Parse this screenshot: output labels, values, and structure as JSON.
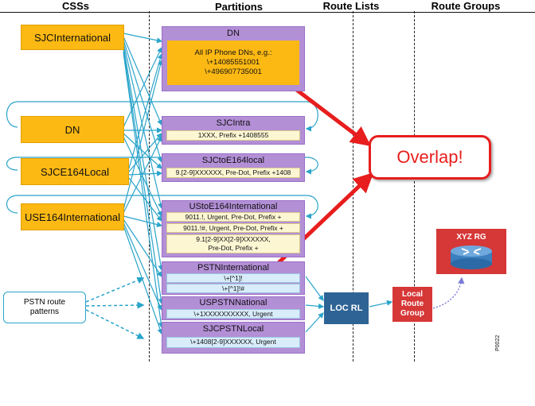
{
  "headers": {
    "css": "CSSs",
    "partitions": "Partitions",
    "route_lists": "Route Lists",
    "route_groups": "Route Groups"
  },
  "css_items": [
    "SJCInternational",
    "DN",
    "SJCE164Local",
    "USE164International"
  ],
  "partitions": {
    "dn": {
      "title": "DN",
      "lines": [
        "All IP Phone DNs, e.g.:",
        "\\+14085551001",
        "\\+496907735001"
      ]
    },
    "sjcintra": {
      "title": "SJCIntra",
      "entries": [
        "1XXX, Prefix +1408555"
      ]
    },
    "sjctoe164": {
      "title": "SJCtoE164local",
      "entries": [
        "9.[2-9]XXXXXX, Pre-Dot, Prefix +1408"
      ]
    },
    "ustoe164": {
      "title": "UStoE164International",
      "entries": [
        "9011.!, Urgent, Pre-Dot, Prefix +",
        "9011.!#, Urgent, Pre-Dot, Prefix +",
        "9.1[2-9]XX[2-9]XXXXXX,",
        "Pre-Dot, Prefix +"
      ]
    },
    "pstnintl": {
      "title": "PSTNInternational",
      "entries": [
        "\\+[^1]!",
        "\\+[^1]!#"
      ]
    },
    "uspstn": {
      "title": "USPSTNNational",
      "entries": [
        "\\+1XXXXXXXXXX, Urgent"
      ]
    },
    "sjcpstn": {
      "title": "SJCPSTNLocal",
      "entries": [
        "\\+1408[2-9]XXXXXX, Urgent"
      ]
    }
  },
  "overlap_label": "Overlap!",
  "pstn_patterns": [
    "PSTN route",
    "patterns"
  ],
  "route_list_label": "LOC RL",
  "local_route_group": [
    "Local",
    "Route",
    "Group"
  ],
  "route_group_label": "XYZ RG",
  "figure_code": "P0022",
  "colors": {
    "css": "#fdb913",
    "partition": "#b38fd6",
    "overlap": "#e81d1d",
    "arrow": "#2aa4c9",
    "route_list": "#2e6495",
    "route_group": "#d63737"
  }
}
